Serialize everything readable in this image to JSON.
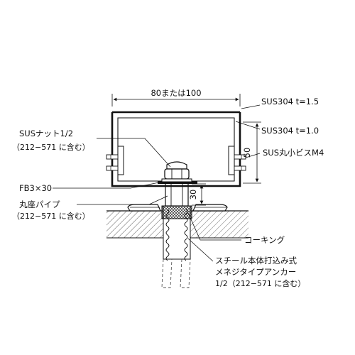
{
  "dimensions": {
    "width": "80または100",
    "height": "50",
    "pipe_height": "30"
  },
  "labels": {
    "outer_channel": "SUS304 t=1.5",
    "inner_channel": "SUS304 t=1.0",
    "screw": "SUS丸小ビスM4",
    "nut_line1": "SUSナット1/2",
    "nut_line2": "（212−571 に含む）",
    "flat_bar": "FB3×30",
    "pipe_line1": "丸座パイプ",
    "pipe_line2": "（212−571 に含む）",
    "caulking": "コーキング",
    "anchor_line1": "スチール本体打込み式",
    "anchor_line2": "メネジタイプアンカー",
    "anchor_line3": "1/2（212−571 に含む）"
  }
}
